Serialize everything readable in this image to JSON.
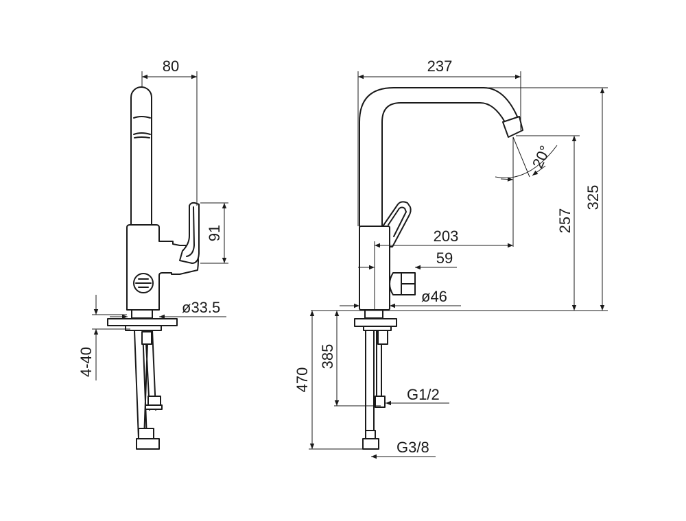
{
  "side_view": {
    "width_top": "80",
    "lever_height": "91",
    "base_diameter": "ø33.5",
    "deck_thickness": "4-40"
  },
  "front_view": {
    "projection": "237",
    "total_height": "325",
    "outlet_height": "257",
    "spout_angle": "20°",
    "reach": "203",
    "knob_offset": "59",
    "body_diameter": "ø46",
    "hose_length_total": "470",
    "hose_length_cold": "385",
    "thread_large": "G1/2",
    "thread_small": "G3/8"
  }
}
